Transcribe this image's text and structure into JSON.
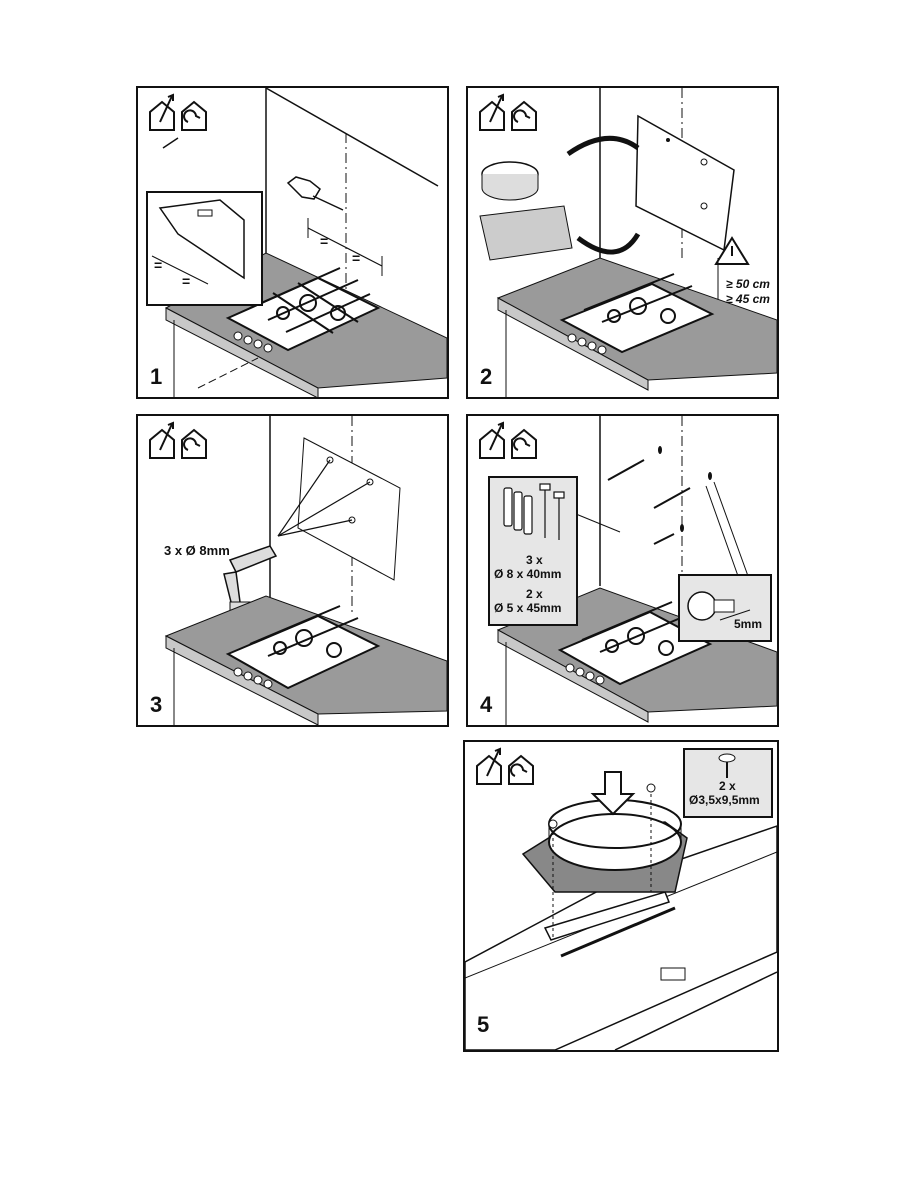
{
  "panels": {
    "p1": {
      "step": "1",
      "equals": [
        "=",
        "=",
        "=",
        "="
      ]
    },
    "p2": {
      "step": "2",
      "dim_gas": "≥ 50 cm",
      "dim_electric": "≥ 45 cm"
    },
    "p3": {
      "step": "3",
      "drill": "3 x Ø 8mm"
    },
    "p4": {
      "step": "4",
      "plugs_qty": "3 x",
      "plugs_size": "Ø 8 x 40mm",
      "screws_qty": "2 x",
      "screws_size": "Ø 5 x 45mm",
      "gap": "5mm"
    },
    "p5": {
      "step": "5",
      "screws_qty": "2 x",
      "screws_size": "Ø3,5x9,5mm"
    }
  },
  "colors": {
    "ink": "#111111",
    "counter": "#9a9a9a",
    "counter_top": "#c8c8c8",
    "box_fill": "#e6e6e6"
  },
  "icons": [
    "house-vent-out-icon",
    "house-recirculation-icon"
  ]
}
